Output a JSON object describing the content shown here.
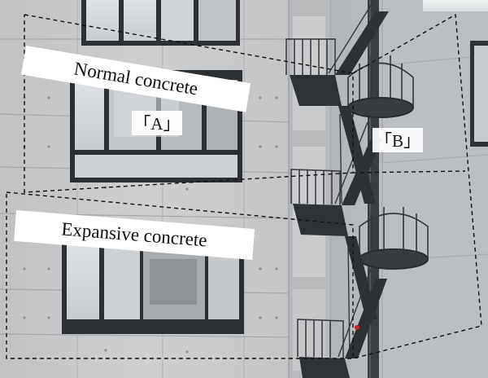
{
  "photo": {
    "subject": "building facade with external steel fire escape staircase",
    "colors": {
      "concrete": "#c5c7c9",
      "concrete_dark": "#a9abad",
      "window_glass": "#d6dadd",
      "window_frame": "#2d3033",
      "stair_steel": "#3a3d40",
      "boundary_line": "#111111",
      "label_background": "#ffffff"
    }
  },
  "labels": {
    "normal_concrete": "Normal concrete",
    "expansive_concrete": "Expansive concrete",
    "region_a": "「A」",
    "region_b": "「B」"
  }
}
